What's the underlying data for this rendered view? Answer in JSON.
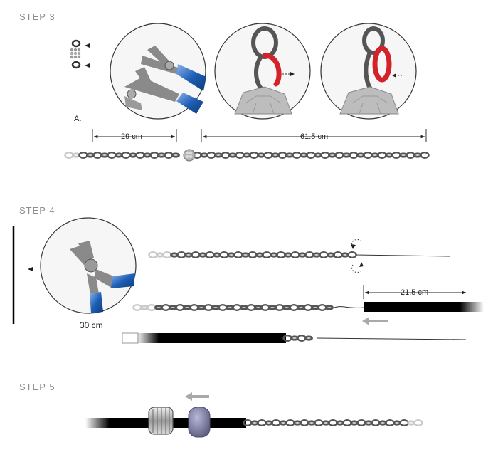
{
  "steps": [
    {
      "label": "STEP 3"
    },
    {
      "label": "STEP 4"
    },
    {
      "label": "STEP 5"
    }
  ],
  "step3": {
    "marker": "A.",
    "measure_left": "29 cm",
    "measure_right": "61.5 cm"
  },
  "step4": {
    "cutter_length": "30 cm",
    "measure_right": "21.5 cm"
  },
  "colors": {
    "chain": "#555555",
    "chain_light": "#c9c9c9",
    "ring_red": "#d2232a",
    "cord": "#000000",
    "handle_blue": "#1f5fb5",
    "arrow_gray": "#a9a9a9",
    "step_gray": "#8c8c8c"
  },
  "icons": [
    "clasp-icon",
    "pliers-icon",
    "jump-ring-icon",
    "bead-icon",
    "cutter-icon",
    "arrow-icon"
  ]
}
